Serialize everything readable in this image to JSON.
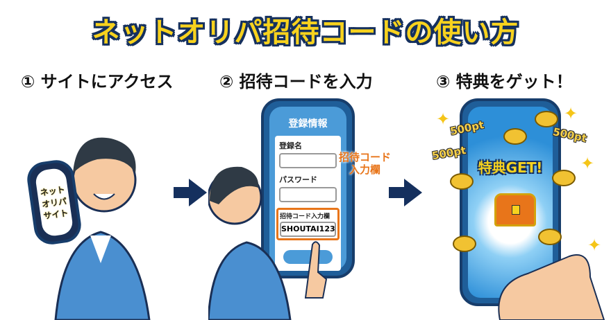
{
  "title": "ネットオリパ招待コードの使い方",
  "steps": [
    {
      "label": "① サイトにアクセス"
    },
    {
      "label": "② 招待コードを入力"
    },
    {
      "label": "③ 特典をゲット！"
    }
  ],
  "step1_phone": {
    "line1": "ネット",
    "line2": "オリパ",
    "line3": "サイト"
  },
  "step2_form": {
    "heading": "登録情報",
    "name_label": "登録名",
    "password_label": "パスワード",
    "invite_label": "招待コード入力欄",
    "invite_value": "SHOUTAI123",
    "callout_line1": "招待コード",
    "callout_line2": "入力欄"
  },
  "step3_reward": {
    "headline": "特典GET!",
    "points": [
      "500pt",
      "500pt",
      "500pt"
    ]
  },
  "colors": {
    "navy": "#15305e",
    "yellow": "#f7d21e",
    "blue": "#1f5e99",
    "orange": "#e8751a"
  }
}
